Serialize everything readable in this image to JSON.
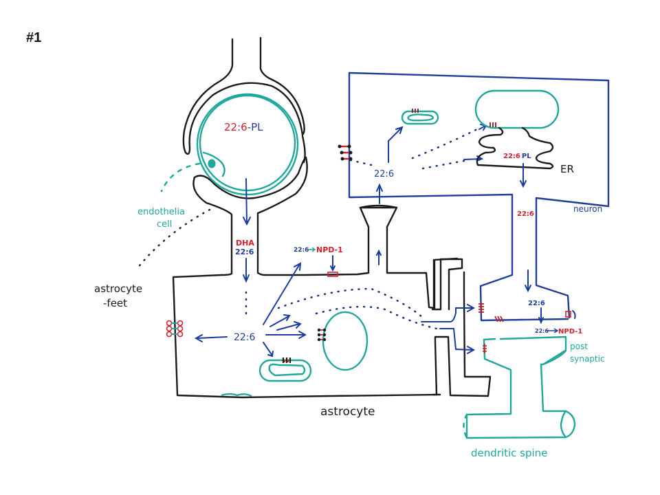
{
  "slide": {
    "number_label": "#1"
  },
  "colors": {
    "membrane_black": "#1a1a1a",
    "neuron_blue": "#1f3e99",
    "endothelial_teal": "#1fa79a",
    "lipid_red": "#d4202c",
    "arrow_blue": "#1a3ba0"
  },
  "labels": {
    "capillary_lipid_num": "22:6",
    "capillary_lipid_suffix": "-PL",
    "endothelial_cell": "endothelia",
    "endothelial_cell_2": "cell",
    "astrocyte_feet": "astrocyte",
    "astrocyte_feet_2": "-feet",
    "dha": "DHA",
    "channel_226": "22:6",
    "astro_center_226": "22:6",
    "npd1_source": "22:6",
    "npd1_product": "NPD-1",
    "astrocyte": "astrocyte",
    "neuron_226": "22:6",
    "er_lipid_num": "22:6",
    "er_lipid_suffix": "PL",
    "er": "ER",
    "neuron": "neuron",
    "axon_226": "22:6",
    "terminal_226": "22:6",
    "terminal_npd1_source": "22:6",
    "terminal_npd1_product": "NPD-1",
    "post_synaptic_1": "post",
    "post_synaptic_2": "synaptic",
    "dendritic_spine": "dendritic spine"
  }
}
